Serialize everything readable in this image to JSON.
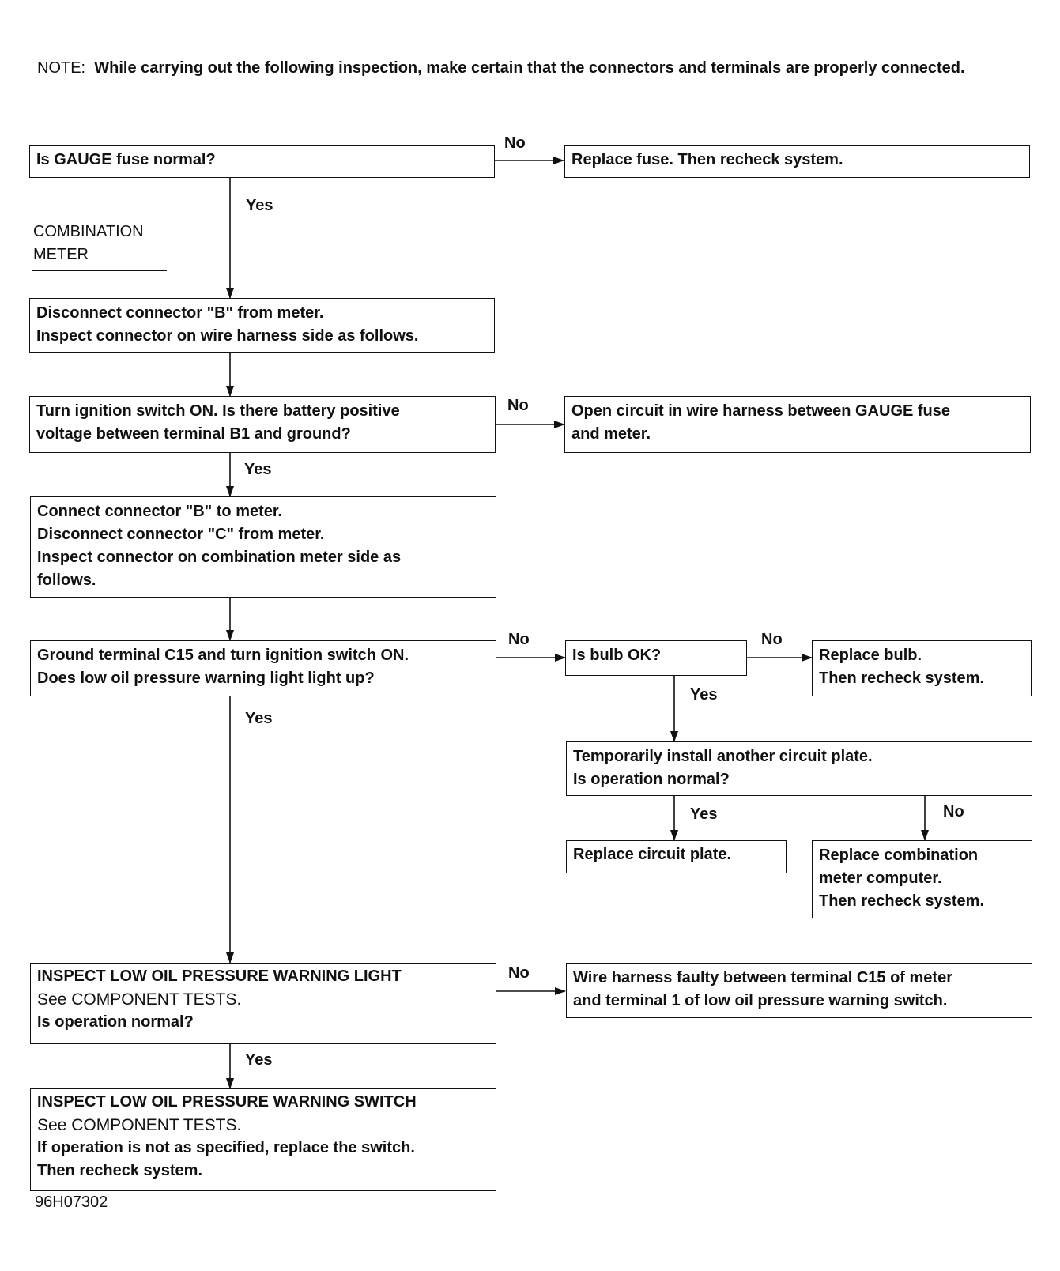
{
  "note": {
    "prefix": "NOTE:",
    "text": "While carrying out the following inspection, make certain that the connectors and terminals are properly connected."
  },
  "section_label": [
    "COMBINATION",
    "METER"
  ],
  "steps": {
    "gauge_fuse": [
      "Is GAUGE fuse normal?"
    ],
    "replace_fuse": [
      "Replace fuse. Then recheck system."
    ],
    "disconnect_b": [
      "Disconnect connector \"B\" from meter.",
      "Inspect connector on wire harness side as follows."
    ],
    "ignition_b1": [
      "Turn ignition switch ON. Is there battery positive",
      "voltage between terminal B1 and ground?"
    ],
    "open_circuit": [
      "Open circuit in wire harness between GAUGE fuse",
      "and meter."
    ],
    "connect_b": [
      "Connect connector \"B\" to meter.",
      "Disconnect connector \"C\" from meter.",
      "Inspect connector on combination meter side as",
      "follows."
    ],
    "ground_c15": [
      "Ground terminal C15 and turn ignition switch ON.",
      "Does low oil pressure warning light light up?"
    ],
    "bulb_ok": [
      "Is bulb OK?"
    ],
    "replace_bulb": [
      "Replace bulb.",
      "Then recheck system."
    ],
    "circuit_plate": [
      "Temporarily install another circuit plate.",
      "Is operation normal?"
    ],
    "replace_circuit_plate": [
      "Replace circuit plate."
    ],
    "replace_meter_computer": [
      "Replace combination",
      "meter computer.",
      "Then recheck system."
    ],
    "inspect_light": {
      "heading": "INSPECT LOW OIL PRESSURE WARNING LIGHT",
      "ref": "See COMPONENT TESTS.",
      "lines": [
        "Is operation normal?"
      ]
    },
    "harness_faulty": [
      "Wire harness faulty between terminal C15 of meter",
      "and terminal 1 of low oil pressure warning switch."
    ],
    "inspect_switch": {
      "heading": "INSPECT LOW OIL PRESSURE WARNING SWITCH",
      "ref": "See COMPONENT TESTS.",
      "lines": [
        "If operation is not as specified, replace the switch.",
        "Then recheck system."
      ]
    }
  },
  "branch_labels": {
    "yes": "Yes",
    "no": "No"
  },
  "figure_code": "96H07302"
}
